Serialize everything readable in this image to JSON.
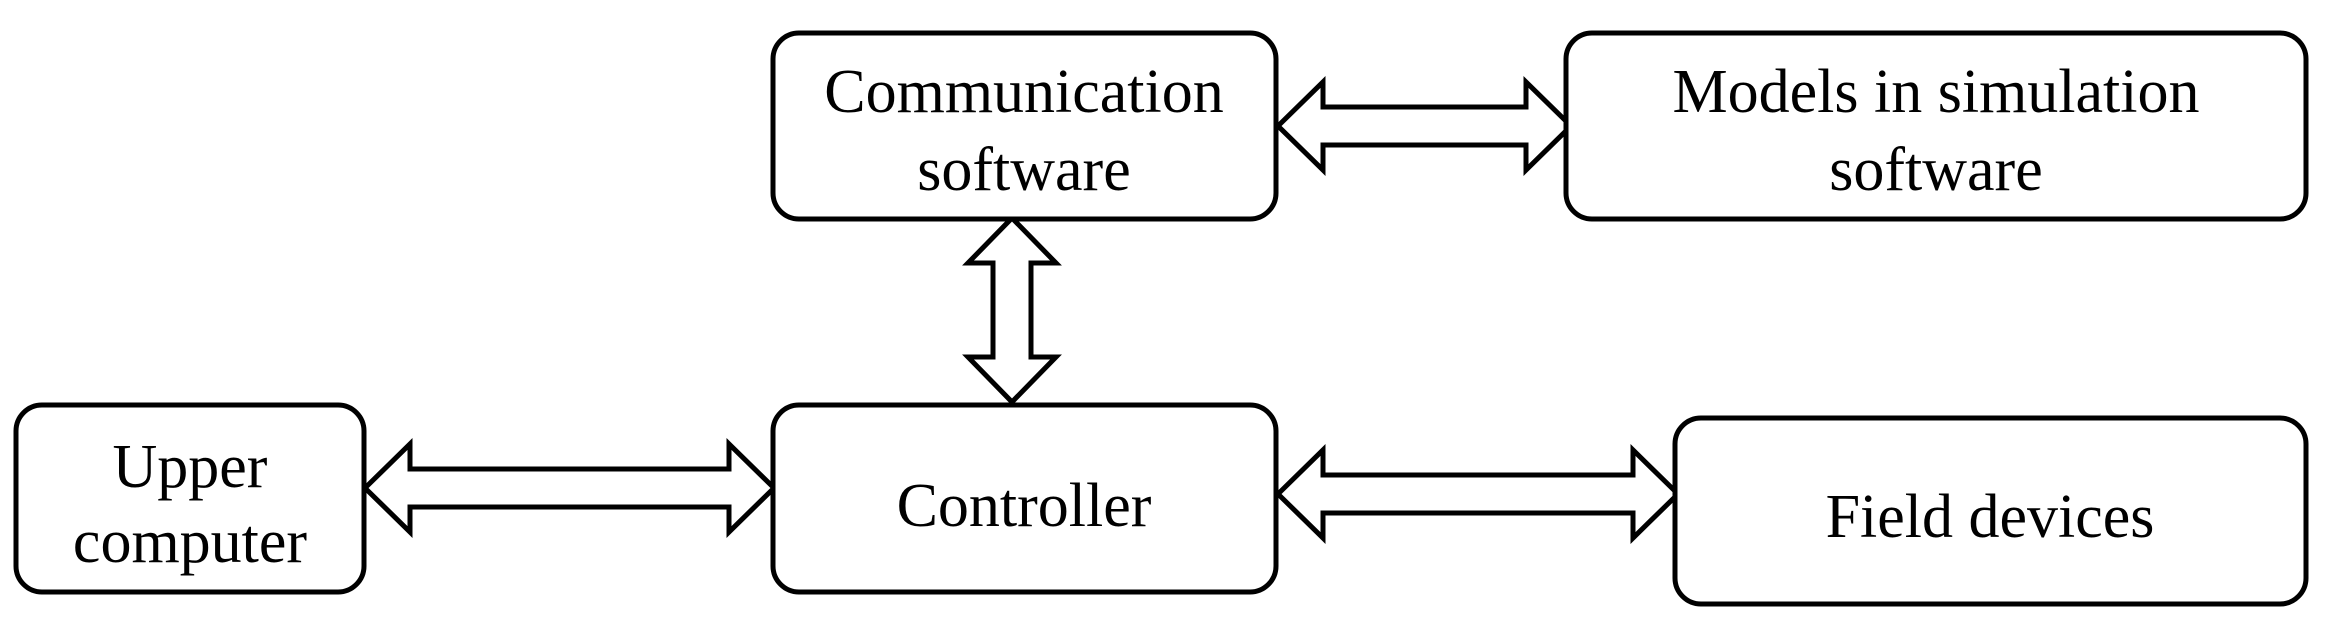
{
  "nodes": {
    "communication_software": {
      "lines": [
        "Communication",
        "software"
      ]
    },
    "models_in_simulation": {
      "lines": [
        "Models in simulation",
        "software"
      ]
    },
    "upper_computer": {
      "lines": [
        "Upper",
        "computer"
      ]
    },
    "controller": {
      "lines": [
        "Controller"
      ]
    },
    "field_devices": {
      "lines": [
        "Field devices"
      ]
    }
  },
  "connections": [
    {
      "from": "communication_software",
      "to": "models_in_simulation",
      "type": "bidirectional"
    },
    {
      "from": "communication_software",
      "to": "controller",
      "type": "bidirectional"
    },
    {
      "from": "upper_computer",
      "to": "controller",
      "type": "bidirectional"
    },
    {
      "from": "controller",
      "to": "field_devices",
      "type": "bidirectional"
    }
  ],
  "colors": {
    "stroke": "#000000",
    "fill": "#ffffff"
  }
}
